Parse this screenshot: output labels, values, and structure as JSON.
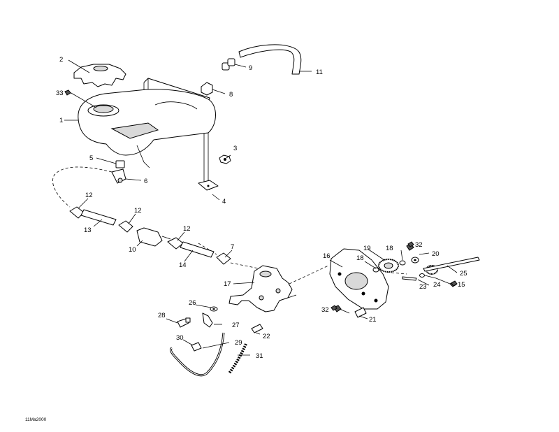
{
  "diagram": {
    "reference_code": "11Ma2000",
    "callouts": {
      "p1": "1",
      "p2": "2",
      "p3": "3",
      "p4": "4",
      "p5": "5",
      "p6": "6",
      "p7": "7",
      "p8": "8",
      "p9": "9",
      "p10": "10",
      "p11": "11",
      "p12a": "12",
      "p12b": "12",
      "p12c": "12",
      "p13": "13",
      "p14": "14",
      "p15": "15",
      "p16": "16",
      "p17": "17",
      "p18a": "18",
      "p18b": "18",
      "p19": "19",
      "p20": "20",
      "p21": "21",
      "p22": "22",
      "p23": "23",
      "p24": "24",
      "p25": "25",
      "p26": "26",
      "p27": "27",
      "p28": "28",
      "p29": "29",
      "p30": "30",
      "p31": "31",
      "p32a": "32",
      "p32b": "32",
      "p33": "33"
    }
  }
}
